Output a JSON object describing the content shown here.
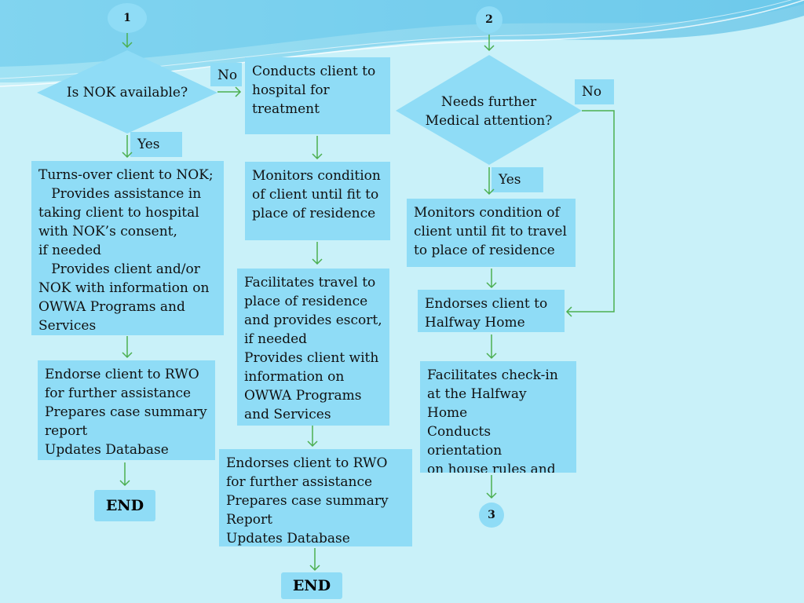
{
  "connectors": {
    "c1": "1",
    "c2": "2",
    "c3": "3"
  },
  "decisions": {
    "nok_available": "Is NOK available?",
    "medical_attention": "Needs further\nMedical attention?"
  },
  "labels": {
    "no1": "No",
    "yes1": "Yes",
    "no2": "No",
    "yes2": "Yes"
  },
  "boxes": {
    "turnover": "Turns-over client to NOK;\n   Provides assistance in\ntaking client to hospital\nwith NOK’s consent,\nif needed\n   Provides client and/or\nNOK with information on\nOWWA Programs and\nServices",
    "endorse_rwo_1": "Endorse client to RWO\nfor further assistance\nPrepares case summary\nreport\nUpdates Database",
    "hospital": "Conducts client to\nhospital for\ntreatment",
    "monitor_1": "Monitors condition\nof client until fit to\nplace of residence",
    "facilitate_travel": "Facilitates travel to\nplace of residence\nand provides escort,\nif needed\nProvides client with\ninformation on\nOWWA Programs\nand Services",
    "endorse_rwo_2": "Endorses client to RWO\nfor further assistance\nPrepares case summary\nReport\nUpdates Database",
    "monitor_2": "Monitors condition of\nclient until fit to travel\nto place of residence",
    "halfway_endorse": "Endorses client to\nHalfway Home",
    "checkin": "Facilitates check-in\nat the Halfway Home\nConducts orientation\non house rules and\nregulations"
  },
  "terminals": {
    "end1": "END",
    "end2": "END"
  },
  "colors": {
    "background": "#c9f1f9",
    "box_fill": "#8fdcf6",
    "arrow": "#4caf50"
  }
}
